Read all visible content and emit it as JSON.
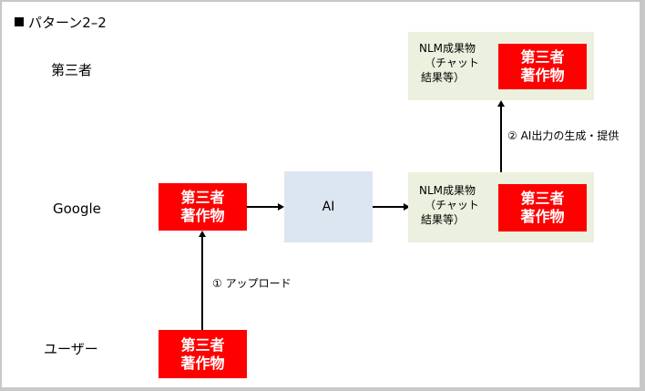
{
  "title": "パターン2–2",
  "rows": {
    "third_party": "第三者",
    "google": "Google",
    "user": "ユーザー"
  },
  "work_box": {
    "line1": "第三者",
    "line2": "著作物"
  },
  "ai_box": {
    "label": "AI"
  },
  "nlm_output": {
    "line1": "NLM成果物",
    "line2": "（チャット",
    "line3": "結果等）"
  },
  "edges": {
    "upload": "① アップロード",
    "generate": "② AI出力の生成・提供"
  },
  "colors": {
    "work_box": "#ff0000",
    "ai_box": "#dce6f1",
    "nlm_box": "#ebf1de",
    "frame_border": "#c8c8c8"
  }
}
